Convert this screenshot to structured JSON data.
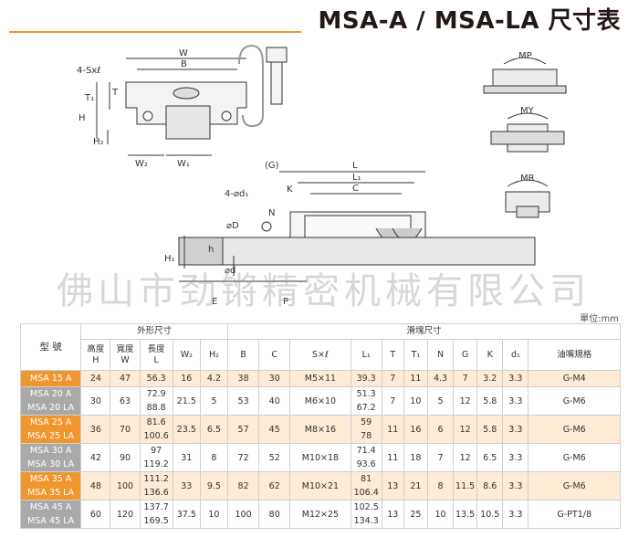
{
  "title": "MSA-A / MSA-LA 尺寸表",
  "watermark": "佛山市劲锵精密机械有限公司",
  "unit_label": "單位:mm",
  "drawing_labels": {
    "w": "W",
    "b": "B",
    "s": "4-Sxℓ",
    "t1": "T₁",
    "t": "T",
    "h": "H",
    "h2": "H₂",
    "w2": "W₂",
    "w1": "W₁",
    "g": "(G)",
    "l": "L",
    "l1": "L₁",
    "c": "C",
    "d1": "4-⌀d₁",
    "k": "K",
    "n": "N",
    "dd": "⌀D",
    "hh": "h",
    "h1": "H₁",
    "d": "⌀d",
    "e": "E",
    "p": "P",
    "mp": "MP",
    "my": "MY",
    "mr": "MR"
  },
  "table": {
    "header": {
      "model": "型 號",
      "outer_group": "外形尺寸",
      "block_group": "滑塊尺寸",
      "outer_cols": [
        "高度\nH",
        "寬度\nW",
        "長度\nL",
        "W₂",
        "H₂"
      ],
      "block_cols": [
        "B",
        "C",
        "S×ℓ",
        "L₁",
        "T",
        "T₁",
        "N",
        "G",
        "K",
        "d₁",
        "油嘴規格"
      ]
    },
    "rows": [
      {
        "models": [
          "MSA 15 A"
        ],
        "H": "24",
        "W": "47",
        "L": [
          "56.3"
        ],
        "W2": "16",
        "H2": "4.2",
        "B": "38",
        "C": "30",
        "S": "M5×11",
        "L1": [
          "39.3"
        ],
        "T": "7",
        "T1": "11",
        "N": "4.3",
        "G": "7",
        "K": "3.2",
        "d1": "3.3",
        "nipple": "G-M4",
        "color": "orange"
      },
      {
        "models": [
          "MSA 20 A",
          "MSA 20 LA"
        ],
        "H": "30",
        "W": "63",
        "L": [
          "72.9",
          "88.8"
        ],
        "W2": "21.5",
        "H2": "5",
        "B": "53",
        "C": "40",
        "S": "M6×10",
        "L1": [
          "51.3",
          "67.2"
        ],
        "T": "7",
        "T1": "10",
        "N": "5",
        "G": "12",
        "K": "5.8",
        "d1": "3.3",
        "nipple": "G-M6",
        "color": "gray"
      },
      {
        "models": [
          "MSA 25 A",
          "MSA 25 LA"
        ],
        "H": "36",
        "W": "70",
        "L": [
          "81.6",
          "100.6"
        ],
        "W2": "23.5",
        "H2": "6.5",
        "B": "57",
        "C": "45",
        "S": "M8×16",
        "L1": [
          "59",
          "78"
        ],
        "T": "11",
        "T1": "16",
        "N": "6",
        "G": "12",
        "K": "5.8",
        "d1": "3.3",
        "nipple": "G-M6",
        "color": "orange"
      },
      {
        "models": [
          "MSA 30 A",
          "MSA 30 LA"
        ],
        "H": "42",
        "W": "90",
        "L": [
          "97",
          "119.2"
        ],
        "W2": "31",
        "H2": "8",
        "B": "72",
        "C": "52",
        "S": "M10×18",
        "L1": [
          "71.4",
          "93.6"
        ],
        "T": "11",
        "T1": "18",
        "N": "7",
        "G": "12",
        "K": "6.5",
        "d1": "3.3",
        "nipple": "G-M6",
        "color": "gray"
      },
      {
        "models": [
          "MSA 35 A",
          "MSA 35 LA"
        ],
        "H": "48",
        "W": "100",
        "L": [
          "111.2",
          "136.6"
        ],
        "W2": "33",
        "H2": "9.5",
        "B": "82",
        "C": "62",
        "S": "M10×21",
        "L1": [
          "81",
          "106.4"
        ],
        "T": "13",
        "T1": "21",
        "N": "8",
        "G": "11.5",
        "K": "8.6",
        "d1": "3.3",
        "nipple": "G-M6",
        "color": "orange"
      },
      {
        "models": [
          "MSA 45 A",
          "MSA 45 LA"
        ],
        "H": "60",
        "W": "120",
        "L": [
          "137.7",
          "169.5"
        ],
        "W2": "37.5",
        "H2": "10",
        "B": "100",
        "C": "80",
        "S": "M12×25",
        "L1": [
          "102.5",
          "134.3"
        ],
        "T": "13",
        "T1": "25",
        "N": "10",
        "G": "13.5",
        "K": "10.5",
        "d1": "3.3",
        "nipple": "G-PT1/8",
        "color": "gray"
      }
    ]
  }
}
